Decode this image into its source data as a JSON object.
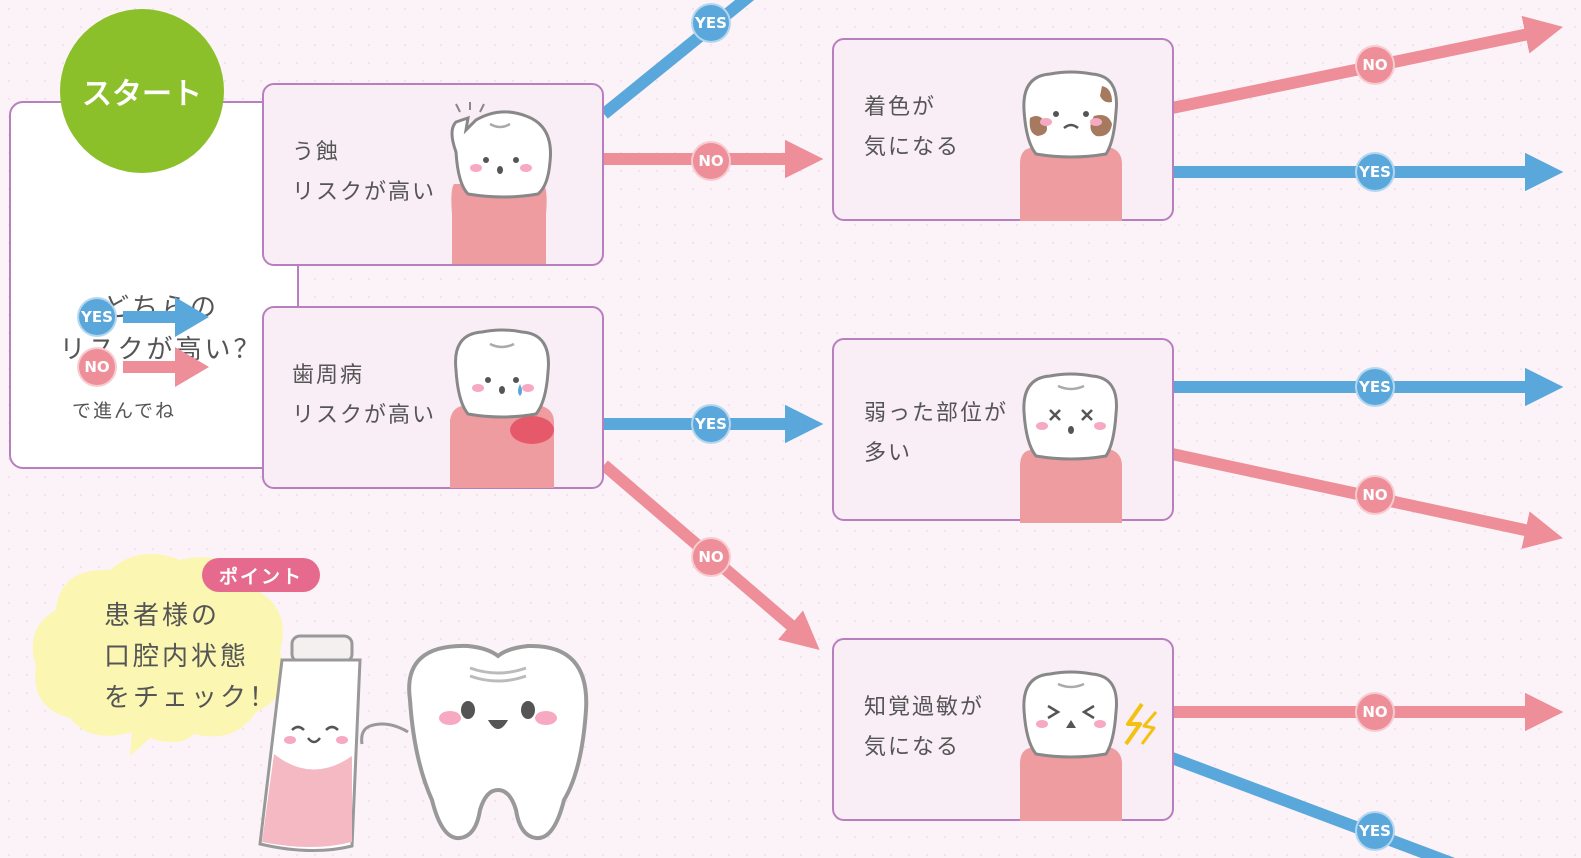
{
  "start": {
    "label": "スタート",
    "question": "どちらの\nリスクが高い？",
    "legend": {
      "yes_label": "YES",
      "no_label": "NO",
      "note": "で進んでね"
    }
  },
  "nodes": {
    "caries": "う蝕\nリスクが高い",
    "perio": "歯周病\nリスクが高い",
    "stain": "着色が\n気になる",
    "weak": "弱った部位が\n多い",
    "sensitive": "知覚過敏が\n気になる"
  },
  "branch_labels": {
    "caries_yes": "YES",
    "caries_no": "NO",
    "perio_yes": "YES",
    "perio_no": "NO",
    "stain_no": "NO",
    "stain_yes": "YES",
    "weak_yes": "YES",
    "weak_no": "NO",
    "sensitive_no": "NO",
    "sensitive_yes": "YES"
  },
  "point": {
    "badge": "ポイント",
    "text": "患者様の\n口腔内状態\nをチェック！"
  },
  "colors": {
    "yes": "#5aa7dc",
    "no": "#ed8e98",
    "start": "#8bc02b",
    "box_border": "#b77fbd",
    "gum": "#ef9ca0",
    "badge": "#e56a8e",
    "cloud": "#fbf6b2"
  }
}
